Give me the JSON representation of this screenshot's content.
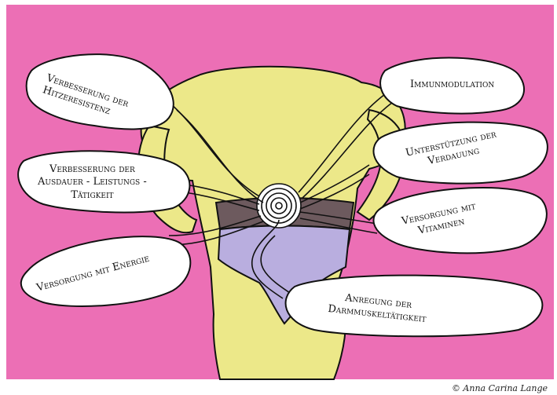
{
  "colors": {
    "background": "#ec6fb5",
    "body": "#ece889",
    "band": "#6d5a5e",
    "shorts": "#b9aedf",
    "bubble": "#ffffff",
    "outline": "#111111"
  },
  "labels": {
    "hitze": [
      "Verbesserung der",
      "Hitzeresistenz"
    ],
    "immun": "Immunmodulation",
    "ausdauer": [
      "Verbesserung der",
      "Ausdauer - Leistungs -",
      "Tätigkeit"
    ],
    "verdauung": [
      "Unterstützung der",
      "Verdauung"
    ],
    "vitamine": [
      "Versorgung mit",
      "Vitaminen"
    ],
    "energie": "Versorgung mit Energie",
    "darm": [
      "Anregung der",
      "Darmmuskeltätigkeit"
    ]
  },
  "credit": "© Anna Carina Lange"
}
